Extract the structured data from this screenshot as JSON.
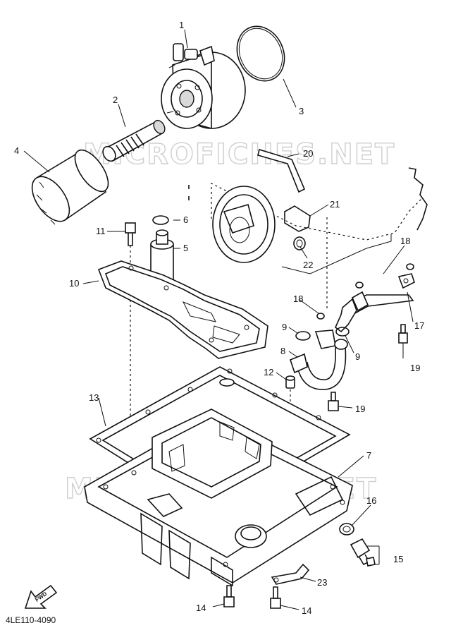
{
  "watermark": "MICROFICHES.NET",
  "diagram_code": "4LE110-4090",
  "fwd_label": "FWD",
  "callouts": [
    "1",
    "2",
    "3",
    "4",
    "5",
    "6",
    "7",
    "8",
    "9",
    "9",
    "10",
    "11",
    "12",
    "13",
    "14",
    "14",
    "15",
    "16",
    "17",
    "18",
    "18",
    "19",
    "19",
    "20",
    "21",
    "22",
    "23"
  ]
}
